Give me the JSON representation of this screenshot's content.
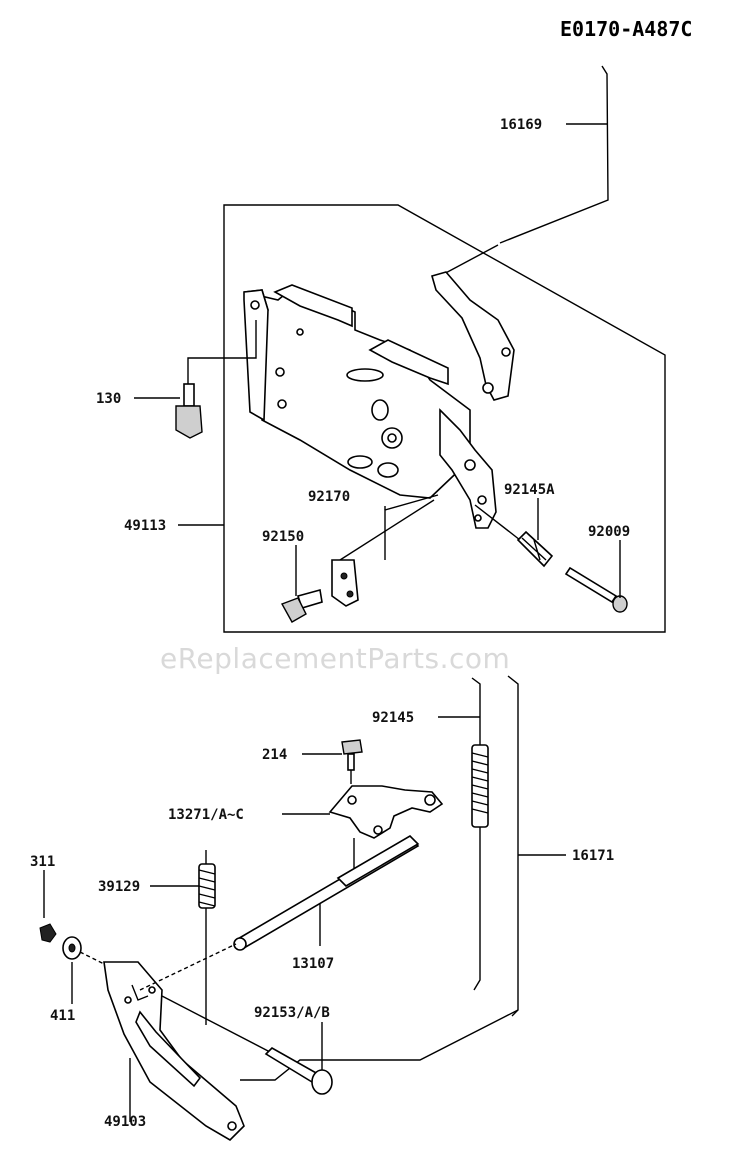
{
  "diagram": {
    "code": "E0170-A487C",
    "watermark": "eReplacementParts.com"
  },
  "parts": {
    "p16169": "16169",
    "p130": "130",
    "p49113": "49113",
    "p92170": "92170",
    "p92145A": "92145A",
    "p92150": "92150",
    "p92009": "92009",
    "p92145": "92145",
    "p214": "214",
    "p13271": "13271/A~C",
    "p311": "311",
    "p39129": "39129",
    "p16171": "16171",
    "p13107": "13107",
    "p411": "411",
    "p92153": "92153/A/B",
    "p49103": "49103"
  }
}
